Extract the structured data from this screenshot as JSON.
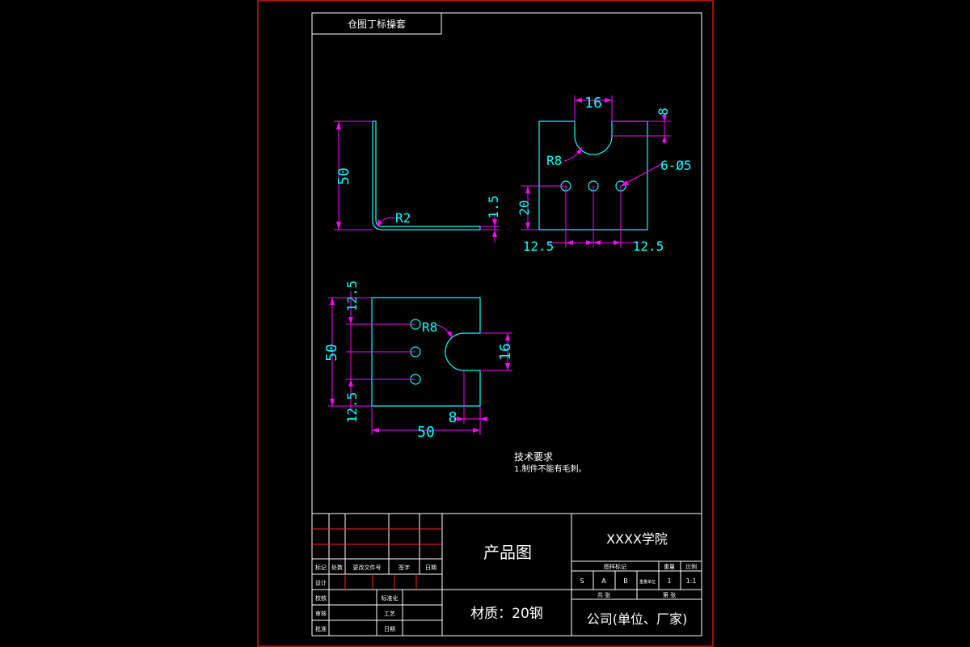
{
  "header_label": "仓图丁标操套",
  "side_view": {
    "dim_height": "50",
    "dim_thickness": "1.5",
    "bend_radius": "R2"
  },
  "top_view": {
    "dim_slot_width": "16",
    "dim_slot_depth": "8",
    "slot_radius": "R8",
    "holes_callout": "6-Ø5",
    "dim_hole_height": "20",
    "dim_left_pitch": "12.5",
    "dim_right_pitch": "12.5"
  },
  "front_view": {
    "dim_top_margin": "12.5",
    "dim_height": "50",
    "dim_bottom_margin": "12.5",
    "slot_radius": "R8",
    "dim_slot_width": "16",
    "dim_slot_depth": "8",
    "dim_width": "50"
  },
  "tech": {
    "title": "技术要求",
    "note": "1.制件不能有毛刺。"
  },
  "title_block": {
    "product_title": "产品图",
    "material": "材质：20钢",
    "school": "XXXX学院",
    "company": "公司(单位、厂家)",
    "hdr_mark": "标记",
    "hdr_count": "处数",
    "hdr_doc": "更改文件号",
    "hdr_sign": "签字",
    "hdr_date": "日期",
    "role_design": "设计",
    "role_check": "校核",
    "role_review": "审核",
    "role_approve": "批准",
    "role_std": "标准化",
    "role_craft": "工艺",
    "role_date": "日期",
    "stage_label": "图样标记",
    "weight_label": "重量",
    "scale_label": "比例",
    "stage_s": "S",
    "stage_a": "A",
    "stage_b": "B",
    "weight_value": "1",
    "scale_value": "1:1",
    "sheet_total": "共 张",
    "sheet_no": "第 张",
    "weight_note": "重量单位"
  }
}
